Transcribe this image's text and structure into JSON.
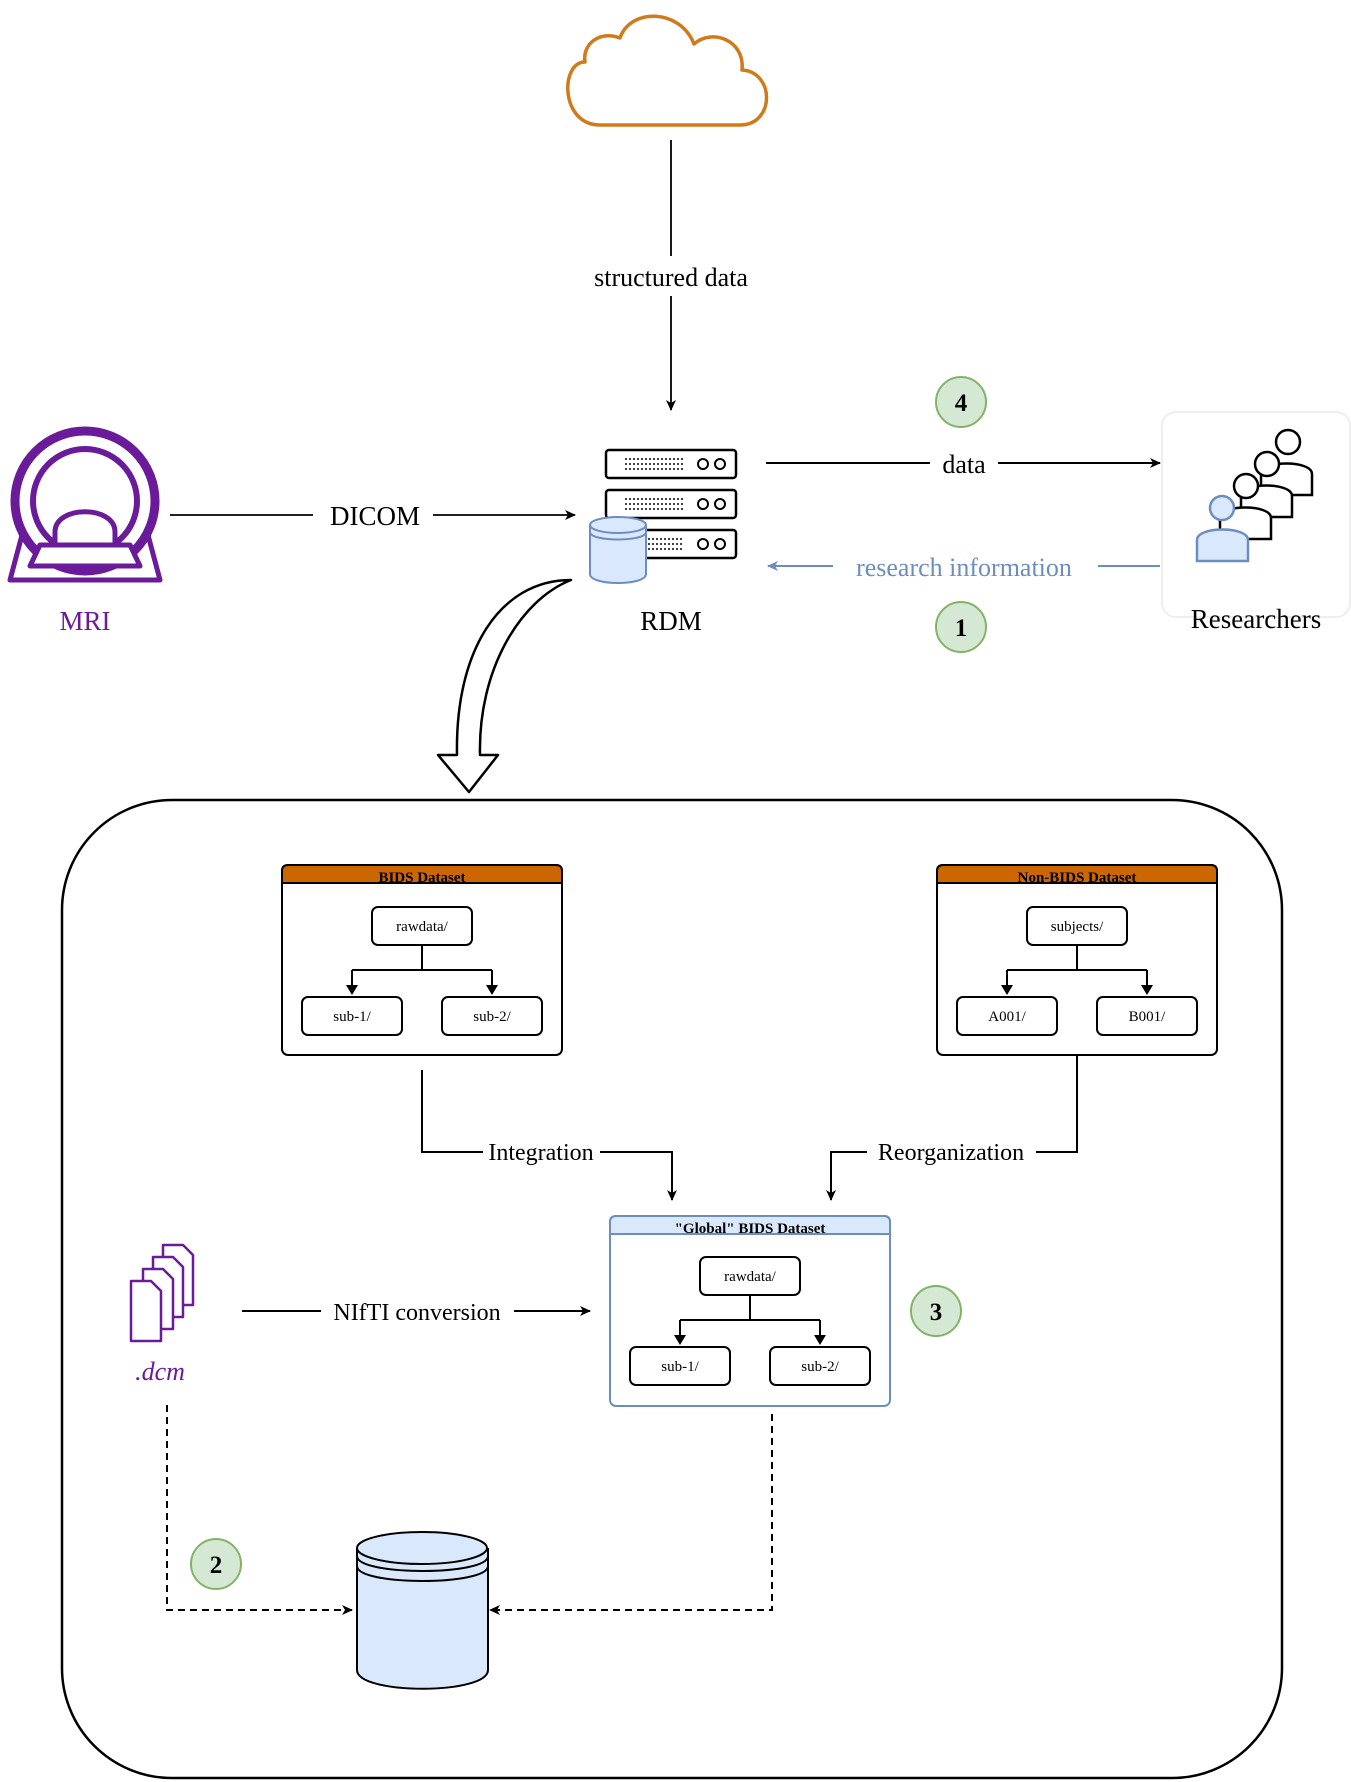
{
  "labels": {
    "structured_data": "structured data",
    "dicom": "DICOM",
    "data": "data",
    "research_information": "research information",
    "mri": "MRI",
    "rdm": "RDM",
    "researchers": "Researchers",
    "integration": "Integration",
    "reorganization": "Reorganization",
    "nifti_conversion": "NIfTI conversion",
    "dcm": ".dcm"
  },
  "steps": [
    "1",
    "2",
    "3",
    "4"
  ],
  "bids": {
    "title": "BIDS Dataset",
    "root": "rawdata/",
    "children": [
      "sub-1/",
      "sub-2/"
    ]
  },
  "non_bids": {
    "title": "Non-BIDS Dataset",
    "root": "subjects/",
    "children": [
      "A001/",
      "B001/"
    ]
  },
  "global_bids": {
    "title": "\"Global\" BIDS Dataset",
    "root": "rawdata/",
    "children": [
      "sub-1/",
      "sub-2/"
    ]
  },
  "colors": {
    "cloud": "#d07a1a",
    "mri": "#6a1b9a",
    "research_info": "#6c8ebf",
    "dataset_header": "#cc6600",
    "global_header": "#dae8fc",
    "global_border": "#6c8ebf",
    "step_fill": "#d5e8d4",
    "step_border": "#82b366",
    "db_fill": "#dae8fc"
  }
}
